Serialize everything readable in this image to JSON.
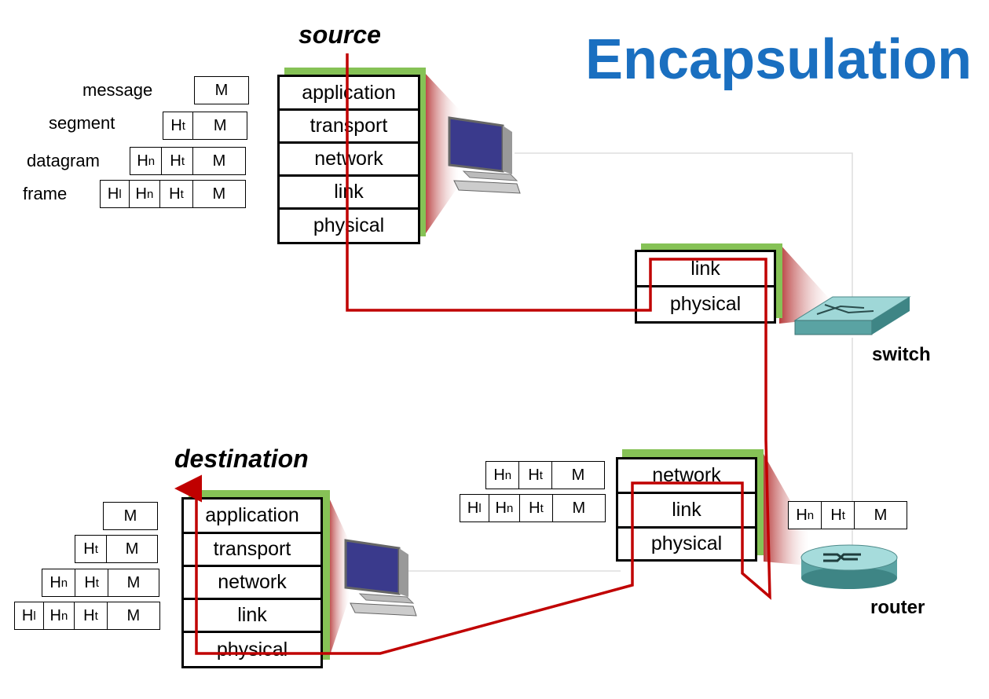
{
  "title": "Encapsulation",
  "source": {
    "label": "source",
    "layers": [
      "application",
      "transport",
      "network",
      "link",
      "physical"
    ]
  },
  "destination": {
    "label": "destination",
    "layers": [
      "application",
      "transport",
      "network",
      "link",
      "physical"
    ]
  },
  "switch": {
    "label": "switch",
    "layers": [
      "link",
      "physical"
    ]
  },
  "router": {
    "label": "router",
    "layers": [
      "network",
      "link",
      "physical"
    ]
  },
  "packet_labels": {
    "message": "message",
    "segment": "segment",
    "datagram": "datagram",
    "frame": "frame"
  },
  "headers": {
    "H": "H",
    "t": "t",
    "n": "n",
    "l": "l",
    "M": "M"
  },
  "colors": {
    "title": "#1a6fc0",
    "path": "#c00000",
    "stack_shadow": "#86c256"
  }
}
